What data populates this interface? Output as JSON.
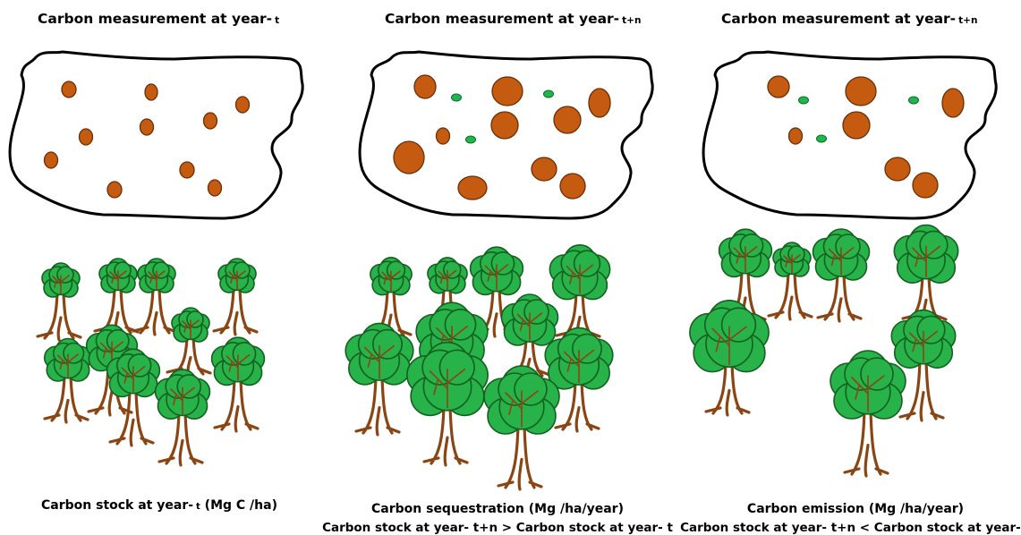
{
  "panels": [
    {
      "title": "Carbon  measurement at year-",
      "title_sub": "t",
      "caption_line1": "Carbon stock at year-",
      "caption_line1_sub": "t",
      "caption_line1_tail": " (Mg C /ha)",
      "caption_line2": ""
    },
    {
      "title": "Carbon  measurement at year-",
      "title_sub": "t+n",
      "caption_line1": "Carbon sequestration (Mg /ha/year)",
      "caption_line1_sub": "",
      "caption_line1_tail": "",
      "caption_line2": "Carbon stock at year- t+n > Carbon stock at year- t"
    },
    {
      "title": "Carbon  measurement at year-",
      "title_sub": "t+n",
      "caption_line1": "Carbon emission (Mg /ha/year)",
      "caption_line1_sub": "",
      "caption_line1_tail": "",
      "caption_line2": "Carbon stock at year- t+n < Carbon stock at year- t"
    }
  ],
  "colors": {
    "carbon_sample": "#c55a11",
    "green_sample": "#1fb74d",
    "tree_crown": "#27b24a",
    "tree_trunk": "#8b4513"
  }
}
